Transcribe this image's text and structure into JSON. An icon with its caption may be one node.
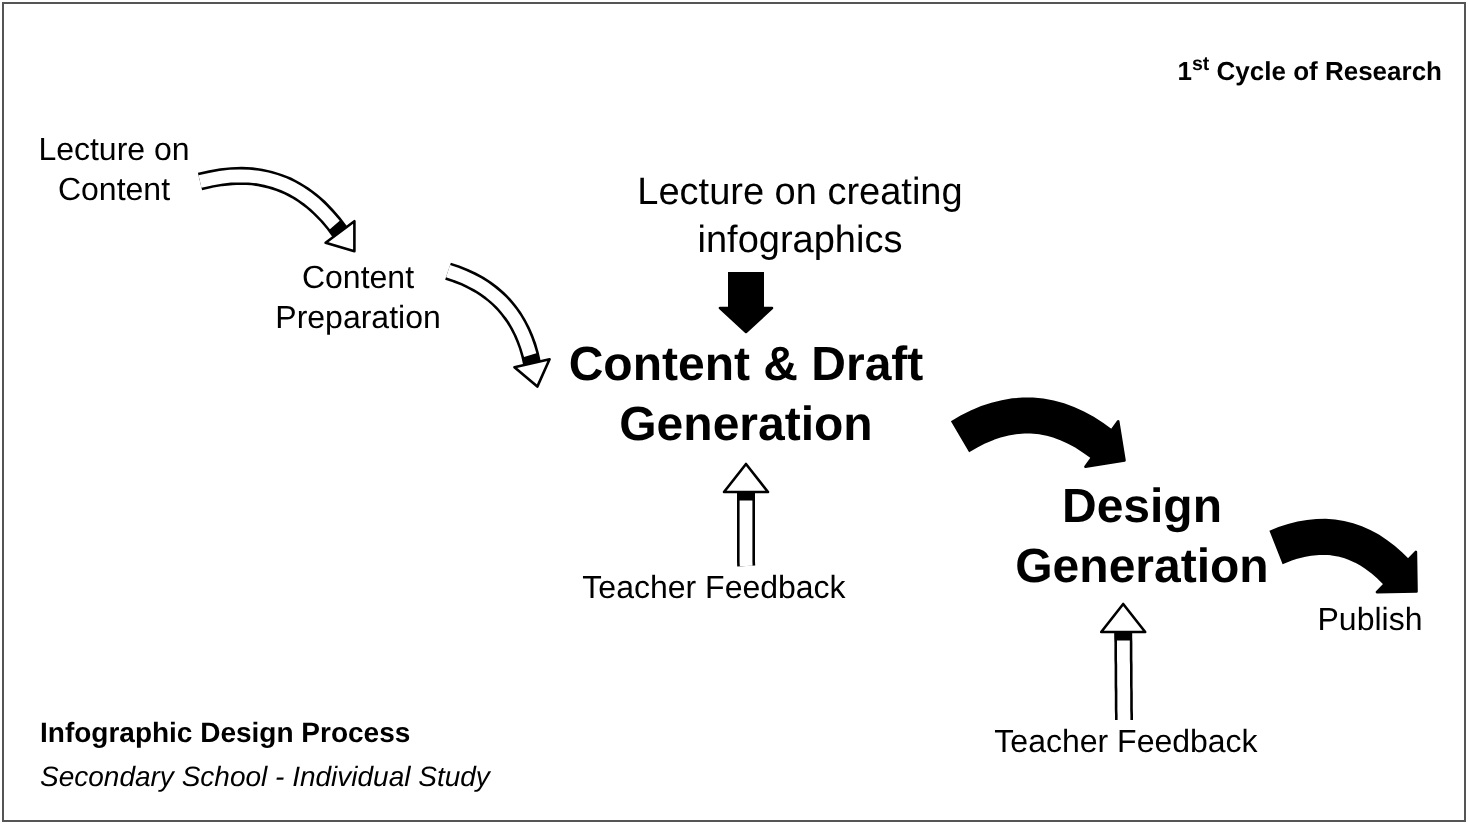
{
  "diagram": {
    "title": "Infographic Design Process",
    "nodes": [
      {
        "text": [
          "Lecture on Content"
        ]
      },
      {
        "text": [
          "Content Preparation"
        ]
      },
      {
        "text": [
          "Lecture on creating infographics"
        ]
      },
      {
        "text": [
          "Content & Draft Generation"
        ]
      },
      {
        "text": [
          "Teacher Feedback"
        ]
      },
      {
        "text": [
          "Design Generation"
        ]
      },
      {
        "text": [
          "Publish"
        ]
      },
      {
        "text": [
          "Teacher Feedback"
        ]
      }
    ],
    "edges": [
      {
        "from": 0,
        "to": 1,
        "arrow": "to"
      },
      {
        "from": 1,
        "to": 3,
        "arrow": "to"
      },
      {
        "from": 2,
        "to": 3,
        "arrow": "to",
        "style": "thick"
      },
      {
        "from": 4,
        "to": 3,
        "arrow": "to"
      },
      {
        "from": 3,
        "to": 5,
        "arrow": "to",
        "style": "thick"
      },
      {
        "from": 5,
        "to": 6,
        "arrow": "to",
        "style": "thick"
      },
      {
        "from": 7,
        "to": 5,
        "arrow": "to"
      }
    ],
    "labels": [
      "1$^{st}$ Cycle of Research",
      "Secondary School - Individual Study"
    ]
  }
}
